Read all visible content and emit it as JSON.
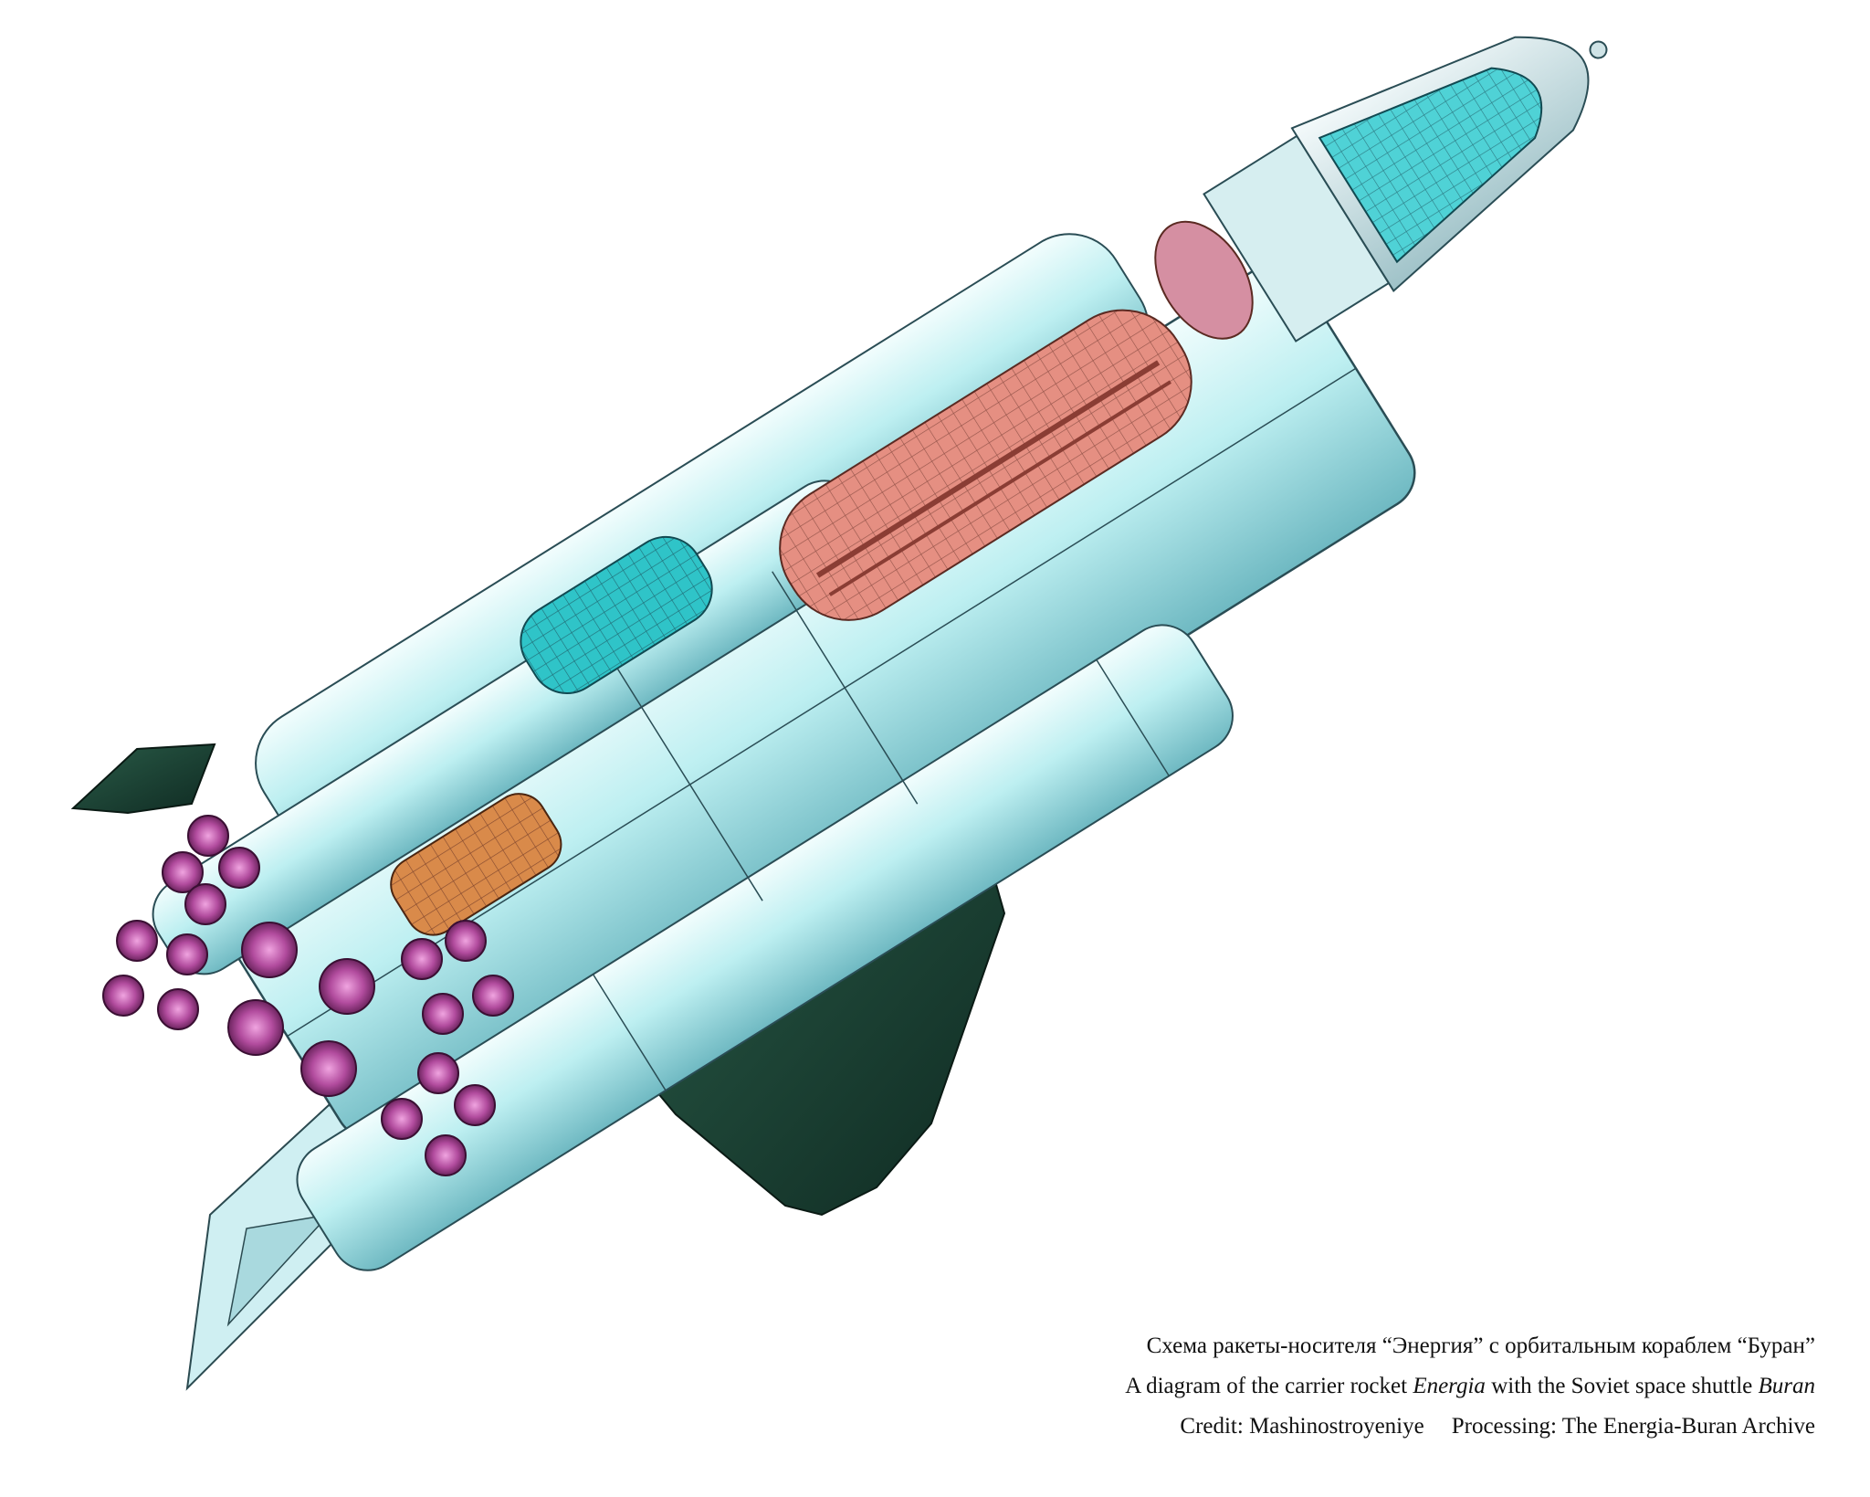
{
  "caption": {
    "russian": "Схема ракеты-носителя “Энергия” с орбитальным кораблем “Буран”",
    "english": {
      "part1": "A diagram of the carrier rocket ",
      "rocket": "Energia",
      "part2": " with the Soviet space shuttle ",
      "shuttle": "Buran"
    },
    "credit": "Credit: Mashinostroyeniye",
    "processing": "Processing: The Energia-Buran Archive"
  },
  "colors": {
    "body": "#bfeef0",
    "tank_cyan": "#2fc4c8",
    "tank_pink": "#e58f82",
    "tank_orange": "#d98a4a",
    "nozzle": "#8b2d7a",
    "shuttle_wing": "#1d4a3a"
  }
}
